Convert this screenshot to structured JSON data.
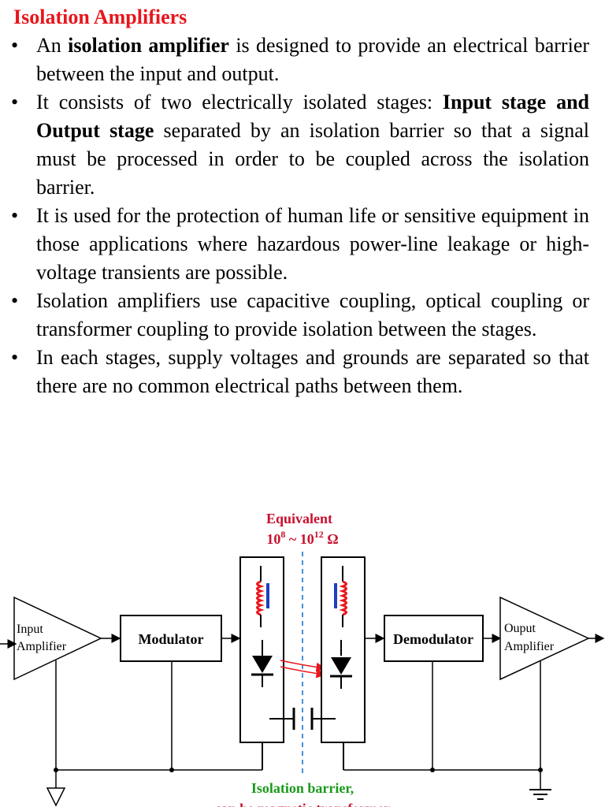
{
  "title": "Isolation Amplifiers",
  "bullets": [
    {
      "parts": [
        {
          "t": "An ",
          "b": false
        },
        {
          "t": "isolation amplifier",
          "b": true
        },
        {
          "t": " is designed to provide an electrical barrier between the input and output.",
          "b": false
        }
      ]
    },
    {
      "parts": [
        {
          "t": "It consists of two electrically isolated stages: ",
          "b": false
        },
        {
          "t": "Input stage and Output stage",
          "b": true
        },
        {
          "t": " separated by an isolation barrier so that a signal must be processed in order to be coupled across the isolation barrier.",
          "b": false
        }
      ]
    },
    {
      "parts": [
        {
          "t": "It is used for the protection of human life or sensitive equipment in those applications where hazardous power-line leakage or high-voltage transients are possible.",
          "b": false
        }
      ]
    },
    {
      "parts": [
        {
          "t": "Isolation amplifiers use capacitive coupling, optical coupling or transformer coupling to provide isolation between the stages.",
          "b": false
        }
      ]
    },
    {
      "parts": [
        {
          "t": "In each stages, supply voltages and grounds are separated so that there are no common electrical paths between them.",
          "b": false
        }
      ]
    }
  ],
  "bullet_symbol": "•",
  "diagram": {
    "equivalent_line1": "Equivalent",
    "equivalent_base1": "10",
    "equivalent_exp1": "8",
    "equivalent_sep": " ~ ",
    "equivalent_base2": "10",
    "equivalent_exp2": "12",
    "equivalent_unit": " Ω",
    "input_amp_line1": "Input",
    "input_amp_line2": "Amplifier",
    "modulator": "Modulator",
    "demodulator": "Demodulator",
    "output_amp_line1": "Ouput",
    "output_amp_line2": "Amplifier",
    "barrier_line1": "Isolation barrier,",
    "barrier_line2": "can be magnetic transformer",
    "colors": {
      "title": "#e8151b",
      "equivalent_label": "#c8102e",
      "barrier_label": "#1a9a1a",
      "coil": "#e8151b",
      "core": "#1f3fbf",
      "barrier_line": "#4a90d9"
    }
  }
}
